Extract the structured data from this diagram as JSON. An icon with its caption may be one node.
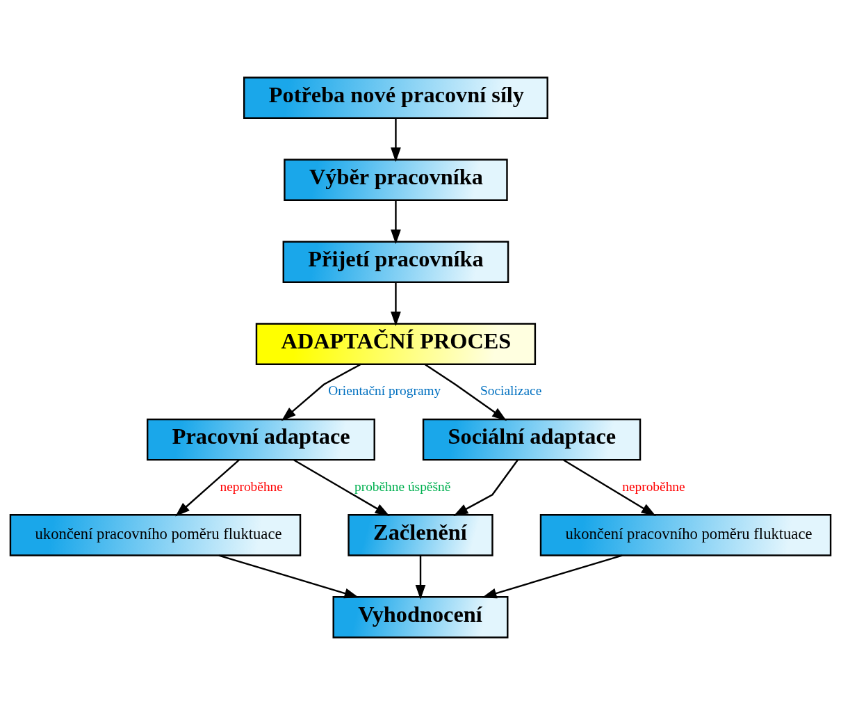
{
  "diagram": {
    "nodes": [
      {
        "text": [
          "Potřeba nové pracovní síly"
        ]
      },
      {
        "text": [
          "Výběr pracovníka"
        ]
      },
      {
        "text": [
          "Přijetí pracovníka"
        ]
      },
      {
        "text": [
          "ADAPTAČNÍ PROCES"
        ]
      },
      {
        "text": [
          "Pracovní adaptace"
        ]
      },
      {
        "text": [
          "Sociální adaptace"
        ]
      },
      {
        "text": [
          "ukončení pracovního poměru fluktuace"
        ]
      },
      {
        "text": [
          "Začlenění"
        ]
      },
      {
        "text": [
          "ukončení pracovního poměru fluktuace"
        ]
      },
      {
        "text": [
          "Vyhodnocení"
        ]
      }
    ],
    "edges": [
      {
        "from": 0,
        "to": 1,
        "arrow": "to"
      },
      {
        "from": 1,
        "to": 2,
        "arrow": "to"
      },
      {
        "from": 2,
        "to": 3,
        "arrow": "to"
      },
      {
        "from": 3,
        "to": 4,
        "arrow": "to",
        "label": "Orientační programy"
      },
      {
        "from": 3,
        "to": 5,
        "arrow": "to",
        "label": "Socializace"
      },
      {
        "from": 4,
        "to": 6,
        "arrow": "to",
        "label": "neproběhne"
      },
      {
        "from": 4,
        "to": 7,
        "arrow": "to",
        "label": "proběhne úspěšně"
      },
      {
        "from": 5,
        "to": 7,
        "arrow": "to"
      },
      {
        "from": 5,
        "to": 8,
        "arrow": "to",
        "label": "neproběhne"
      },
      {
        "from": 7,
        "to": 9,
        "arrow": "to"
      },
      {
        "from": 6,
        "to": 9,
        "arrow": "to"
      },
      {
        "from": 8,
        "to": 9,
        "arrow": "to"
      }
    ]
  }
}
